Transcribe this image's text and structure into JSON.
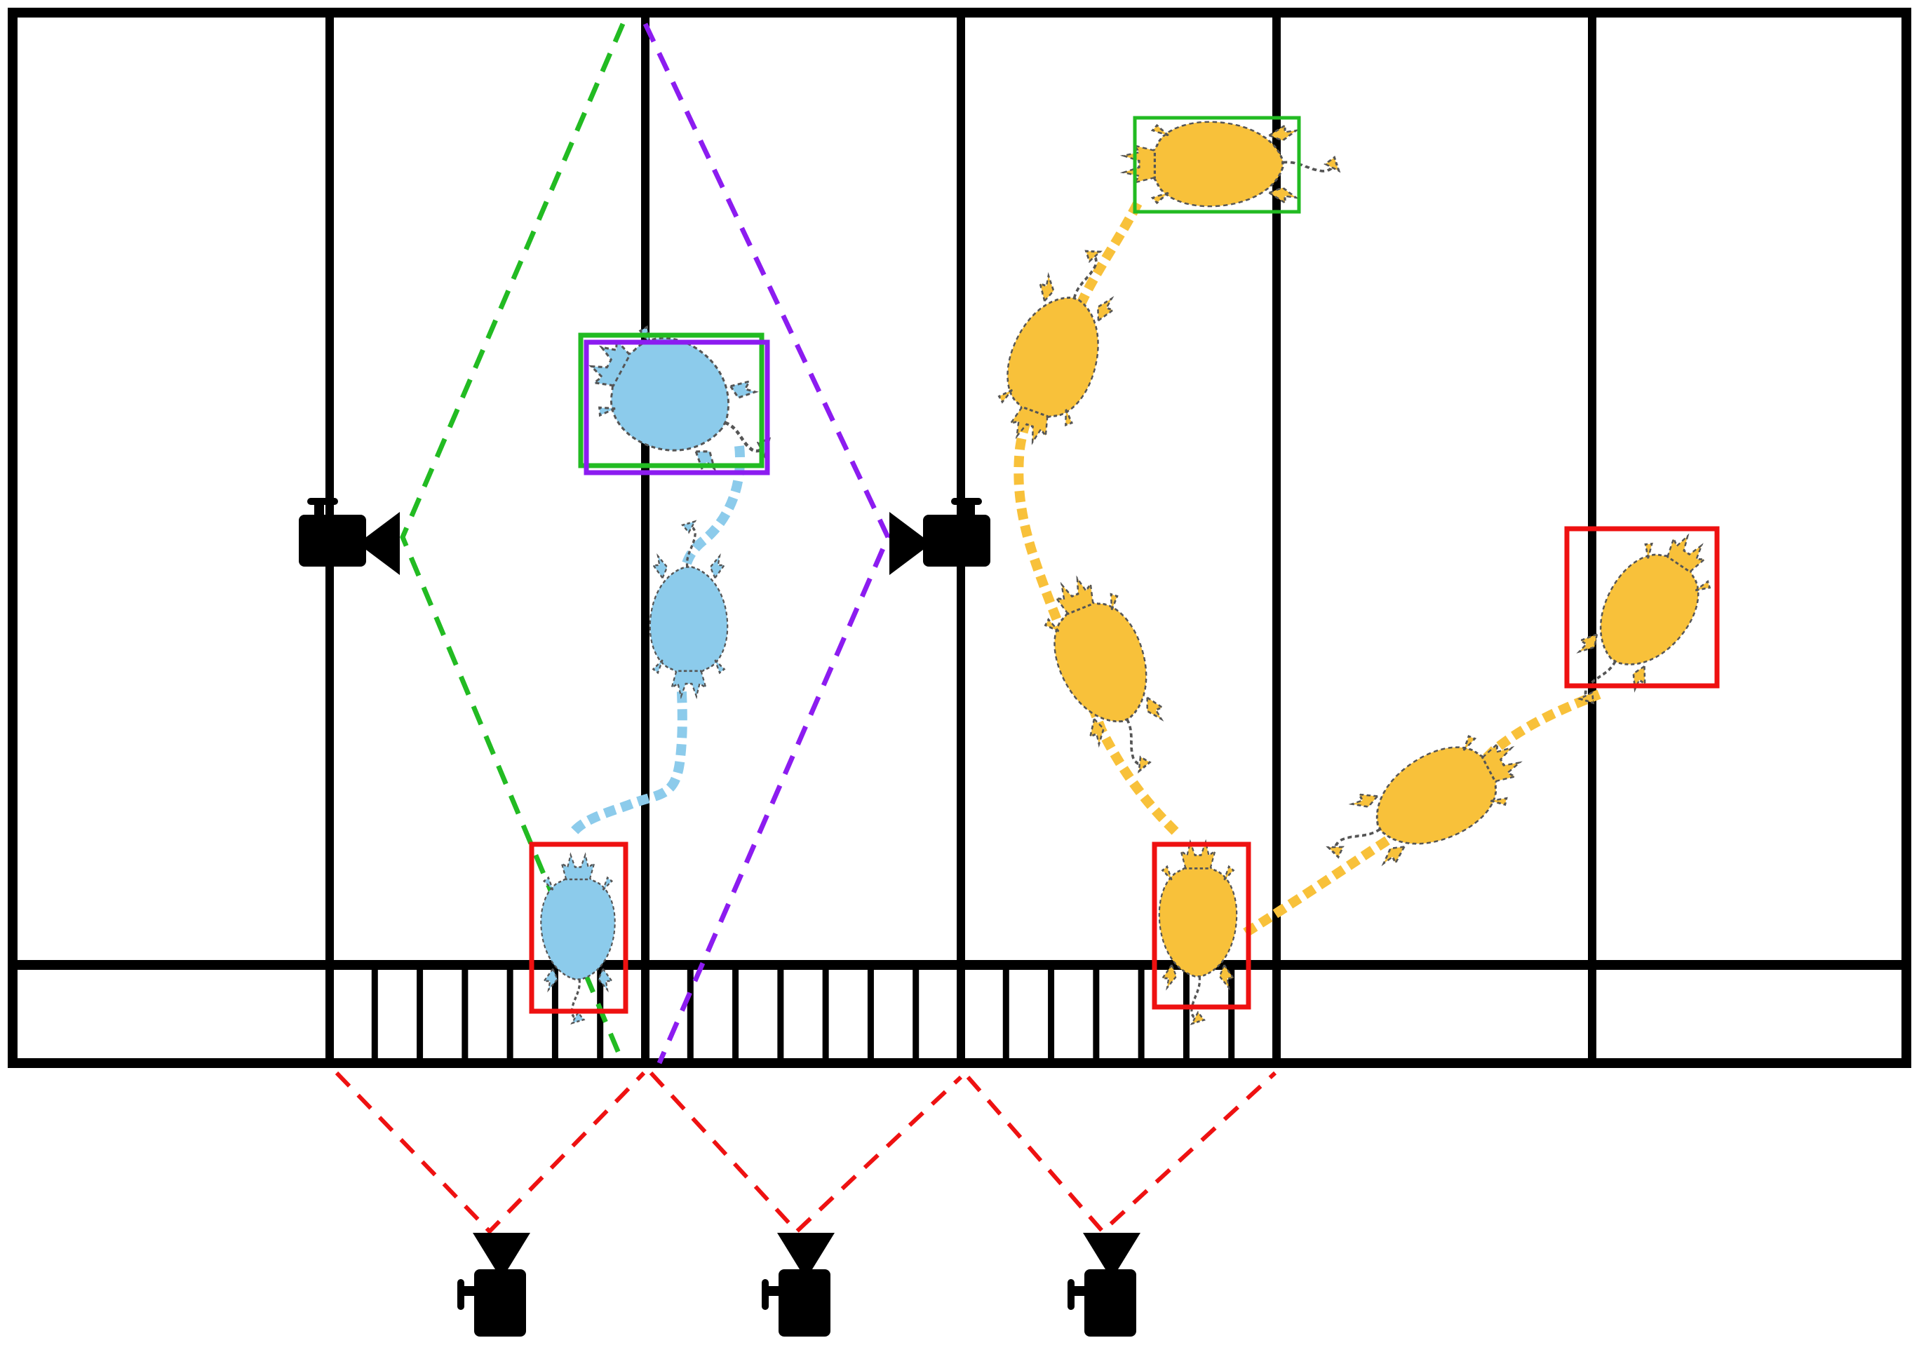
{
  "colors": {
    "background": "#ffffff",
    "walls": "#000000",
    "cow_blue": "#8ccbeb",
    "cow_yellow": "#f8c13a",
    "cow_outline": "#555555",
    "trail_blue": "#8ccbeb",
    "trail_yellow": "#f8c13a",
    "box_green": "#22bb22",
    "box_purple": "#8c1cf0",
    "box_red": "#ee1111",
    "fov_green": "#22bb22",
    "fov_purple": "#8c1cf0",
    "fov_red": "#ee1111"
  },
  "icons": {
    "camera_side": "video-camera-icon",
    "camera_bottom": "video-camera-icon",
    "cow": "cow-top-view-icon"
  },
  "scene": {
    "pens": 6,
    "crossing_slats": 21,
    "cameras_side": 2,
    "cameras_bottom": 3,
    "cows_blue_positions": 3,
    "cows_yellow_positions": 6,
    "detection_boxes": 6
  }
}
